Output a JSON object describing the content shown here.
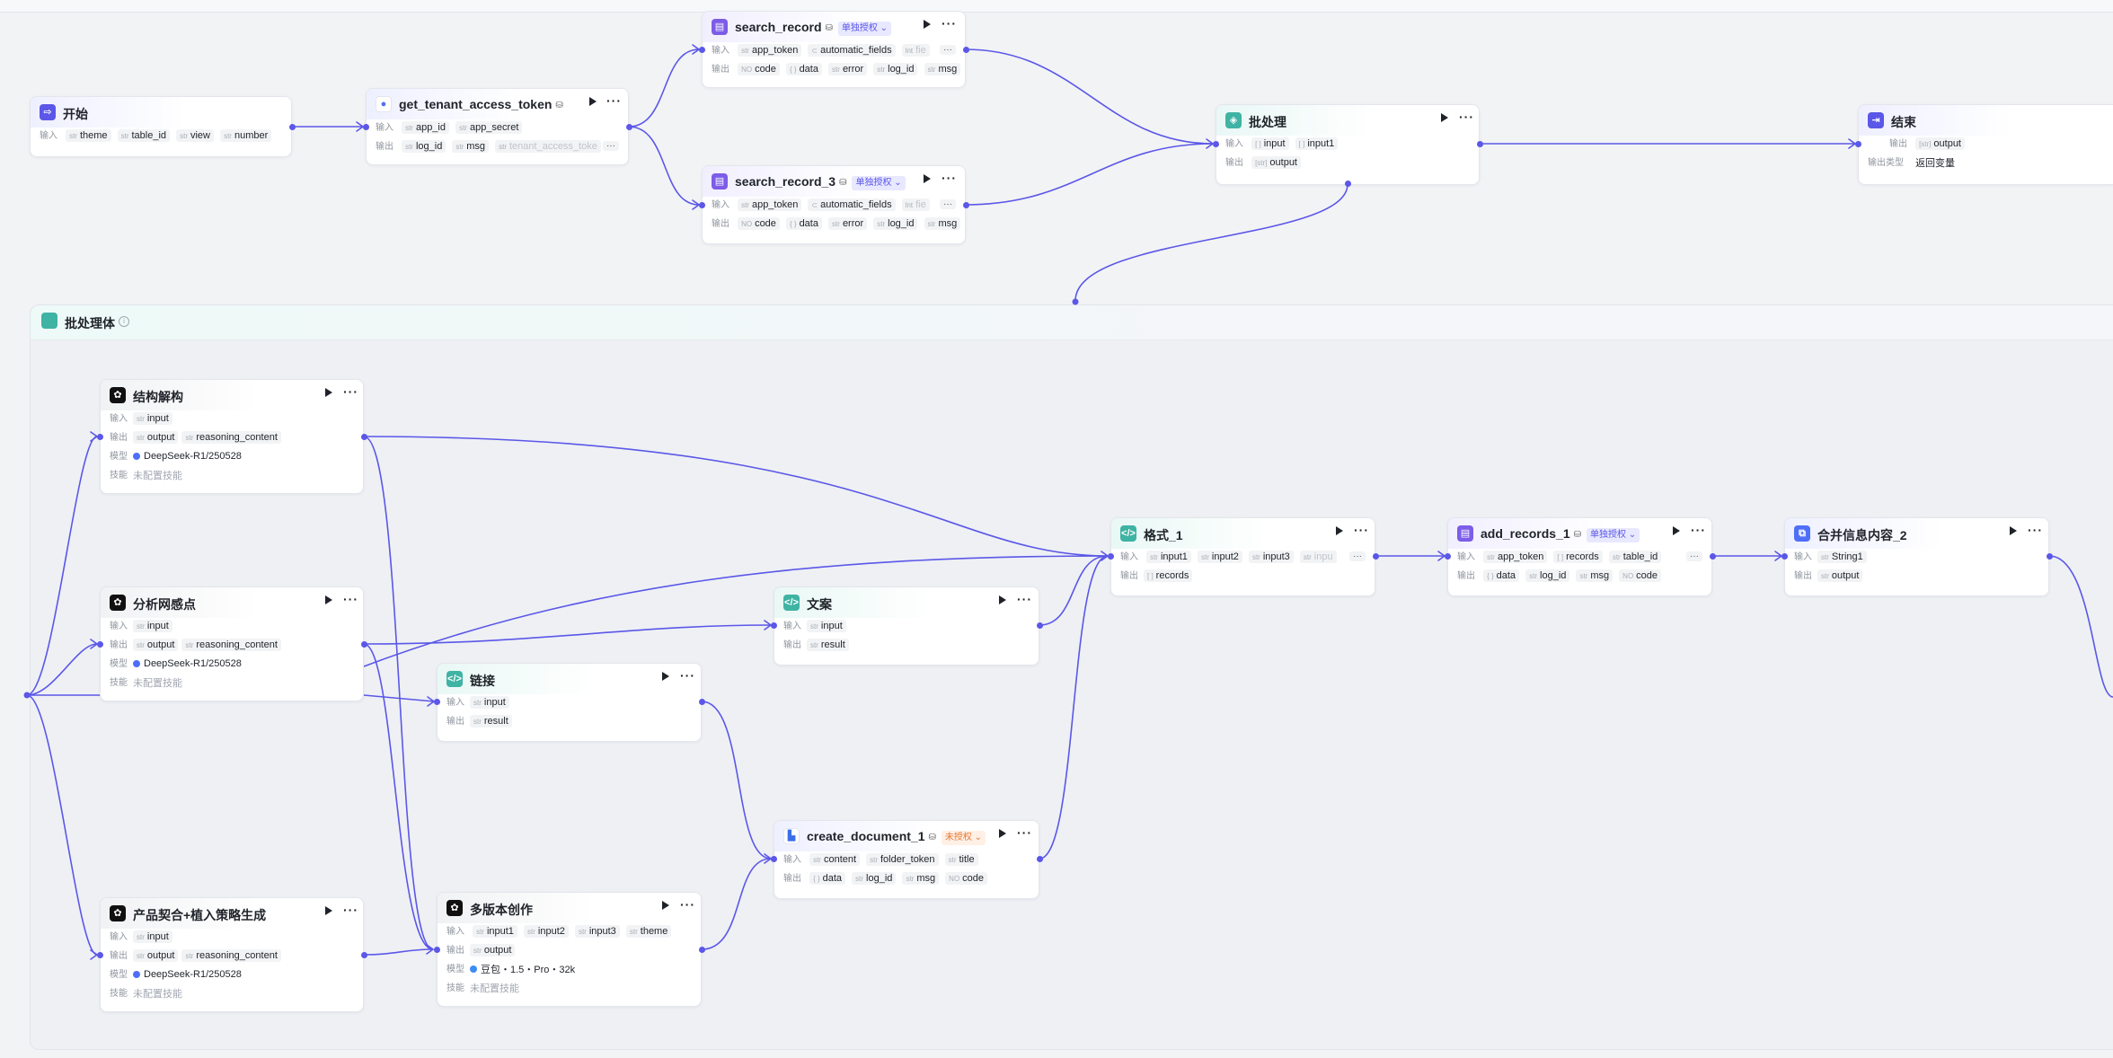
{
  "labels": {
    "in": "输入",
    "out": "输出",
    "model": "模型",
    "skill": "技能",
    "out_type": "输出类型"
  },
  "group": {
    "title": "批处理体",
    "info": "i"
  },
  "nodes": {
    "start": {
      "title": "开始",
      "icon": "start-icon",
      "inputs": [
        [
          "str",
          "theme"
        ],
        [
          "str",
          "table_id"
        ],
        [
          "str",
          "view"
        ],
        [
          "str",
          "number"
        ]
      ]
    },
    "get_token": {
      "title": "get_tenant_access_token",
      "icon": "plugin-icon",
      "inputs": [
        [
          "str",
          "app_id"
        ],
        [
          "str",
          "app_secret"
        ]
      ],
      "outputs": [
        [
          "str",
          "log_id"
        ],
        [
          "str",
          "msg"
        ],
        [
          "str",
          "tenant_access_toke"
        ]
      ]
    },
    "search_record": {
      "title": "search_record",
      "badge": "单独授权",
      "icon": "database-icon",
      "inputs": [
        [
          "str",
          "app_token"
        ],
        [
          "",
          "automatic_fields"
        ],
        [
          "lnt",
          "fie"
        ]
      ],
      "outputs": [
        [
          "NO",
          "code"
        ],
        [
          "{}",
          "data"
        ],
        [
          "str",
          "error"
        ],
        [
          "str",
          "log_id"
        ],
        [
          "str",
          "msg"
        ]
      ]
    },
    "search_record_3": {
      "title": "search_record_3",
      "badge": "单独授权",
      "icon": "database-icon",
      "inputs": [
        [
          "str",
          "app_token"
        ],
        [
          "",
          "automatic_fields"
        ],
        [
          "lnt",
          "fie"
        ]
      ],
      "outputs": [
        [
          "NO",
          "code"
        ],
        [
          "{}",
          "data"
        ],
        [
          "str",
          "error"
        ],
        [
          "str",
          "log_id"
        ],
        [
          "str",
          "msg"
        ]
      ]
    },
    "batch": {
      "title": "批处理",
      "icon": "loop-icon",
      "inputs": [
        [
          "[]",
          "input"
        ],
        [
          "[]",
          "input1"
        ]
      ],
      "outputs": [
        [
          "[str]",
          "output"
        ]
      ]
    },
    "end": {
      "title": "结束",
      "icon": "end-icon",
      "outputs": [
        [
          "[str]",
          "output"
        ]
      ],
      "out_type_value": "返回变量"
    },
    "jiegou": {
      "title": "结构解构",
      "inputs": [
        [
          "str",
          "input"
        ]
      ],
      "outputs": [
        [
          "str",
          "output"
        ],
        [
          "str",
          "reasoning_content"
        ]
      ],
      "model": "DeepSeek-R1/250528",
      "skill": "未配置技能"
    },
    "fenxi": {
      "title": "分析网感点",
      "inputs": [
        [
          "str",
          "input"
        ]
      ],
      "outputs": [
        [
          "str",
          "output"
        ],
        [
          "str",
          "reasoning_content"
        ]
      ],
      "model": "DeepSeek-R1/250528",
      "skill": "未配置技能"
    },
    "chanpin": {
      "title": "产品契合+植入策略生成",
      "inputs": [
        [
          "str",
          "input"
        ]
      ],
      "outputs": [
        [
          "str",
          "output"
        ],
        [
          "str",
          "reasoning_content"
        ]
      ],
      "model": "DeepSeek-R1/250528",
      "skill": "未配置技能"
    },
    "lianjie": {
      "title": "链接",
      "inputs": [
        [
          "str",
          "input"
        ]
      ],
      "outputs": [
        [
          "str",
          "result"
        ]
      ]
    },
    "duoban": {
      "title": "多版本创作",
      "inputs": [
        [
          "str",
          "input1"
        ],
        [
          "str",
          "input2"
        ],
        [
          "str",
          "input3"
        ],
        [
          "str",
          "theme"
        ]
      ],
      "outputs": [
        [
          "str",
          "output"
        ]
      ],
      "model": "豆包・1.5・Pro・32k",
      "skill": "未配置技能"
    },
    "wenan": {
      "title": "文案",
      "inputs": [
        [
          "str",
          "input"
        ]
      ],
      "outputs": [
        [
          "str",
          "result"
        ]
      ]
    },
    "create_doc": {
      "title": "create_document_1",
      "badge": "未授权",
      "inputs": [
        [
          "str",
          "content"
        ],
        [
          "str",
          "folder_token"
        ],
        [
          "str",
          "title"
        ]
      ],
      "outputs": [
        [
          "{}",
          "data"
        ],
        [
          "str",
          "log_id"
        ],
        [
          "str",
          "msg"
        ],
        [
          "NO",
          "code"
        ]
      ]
    },
    "geshi": {
      "title": "格式_1",
      "inputs": [
        [
          "str",
          "input1"
        ],
        [
          "str",
          "input2"
        ],
        [
          "str",
          "input3"
        ],
        [
          "str",
          "inpu"
        ]
      ],
      "outputs": [
        [
          "[]",
          "records"
        ]
      ]
    },
    "add_records": {
      "title": "add_records_1",
      "badge": "单独授权",
      "inputs": [
        [
          "str",
          "app_token"
        ],
        [
          "[]",
          "records"
        ],
        [
          "str",
          "table_id"
        ],
        [
          "str",
          ""
        ]
      ],
      "outputs": [
        [
          "{}",
          "data"
        ],
        [
          "str",
          "log_id"
        ],
        [
          "str",
          "msg"
        ],
        [
          "NO",
          "code"
        ]
      ]
    },
    "hebing": {
      "title": "合并信息内容_2",
      "inputs": [
        [
          "str",
          "String1"
        ]
      ],
      "outputs": [
        [
          "str",
          "output"
        ]
      ]
    }
  },
  "colors": {
    "accent": "#5b57e8",
    "edge": "#5b57e8",
    "auth_badge": "#5b57e8",
    "unauth_badge": "#e8772e",
    "teal": "#3fb3a4"
  }
}
